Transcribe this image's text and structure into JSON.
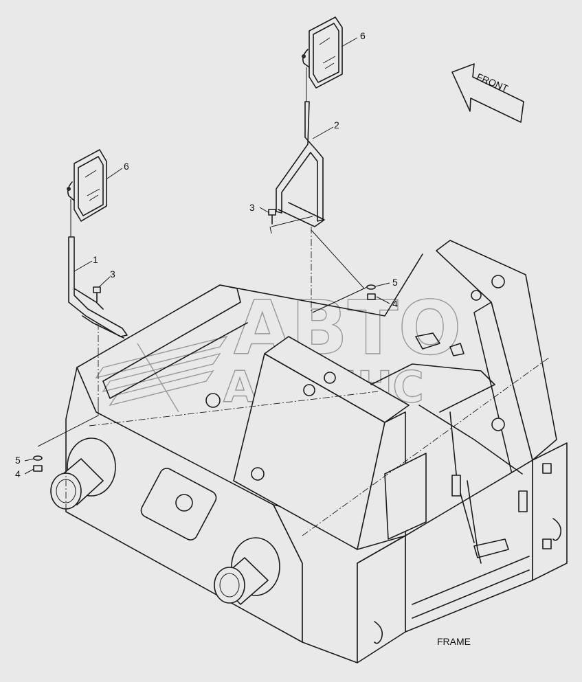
{
  "diagram": {
    "caption": "FRAME",
    "front_label": "FRONT",
    "watermark": {
      "line1": "АВТО",
      "line2": "АЛЬЯНС"
    },
    "callouts": [
      {
        "id": "c6a",
        "text": "6"
      },
      {
        "id": "c6b",
        "text": "6"
      },
      {
        "id": "c2",
        "text": "2"
      },
      {
        "id": "c1",
        "text": "1"
      },
      {
        "id": "c3a",
        "text": "3"
      },
      {
        "id": "c3b",
        "text": "3"
      },
      {
        "id": "c5a",
        "text": "5"
      },
      {
        "id": "c4a",
        "text": "4"
      },
      {
        "id": "c5b",
        "text": "5"
      },
      {
        "id": "c4b",
        "text": "4"
      }
    ]
  }
}
